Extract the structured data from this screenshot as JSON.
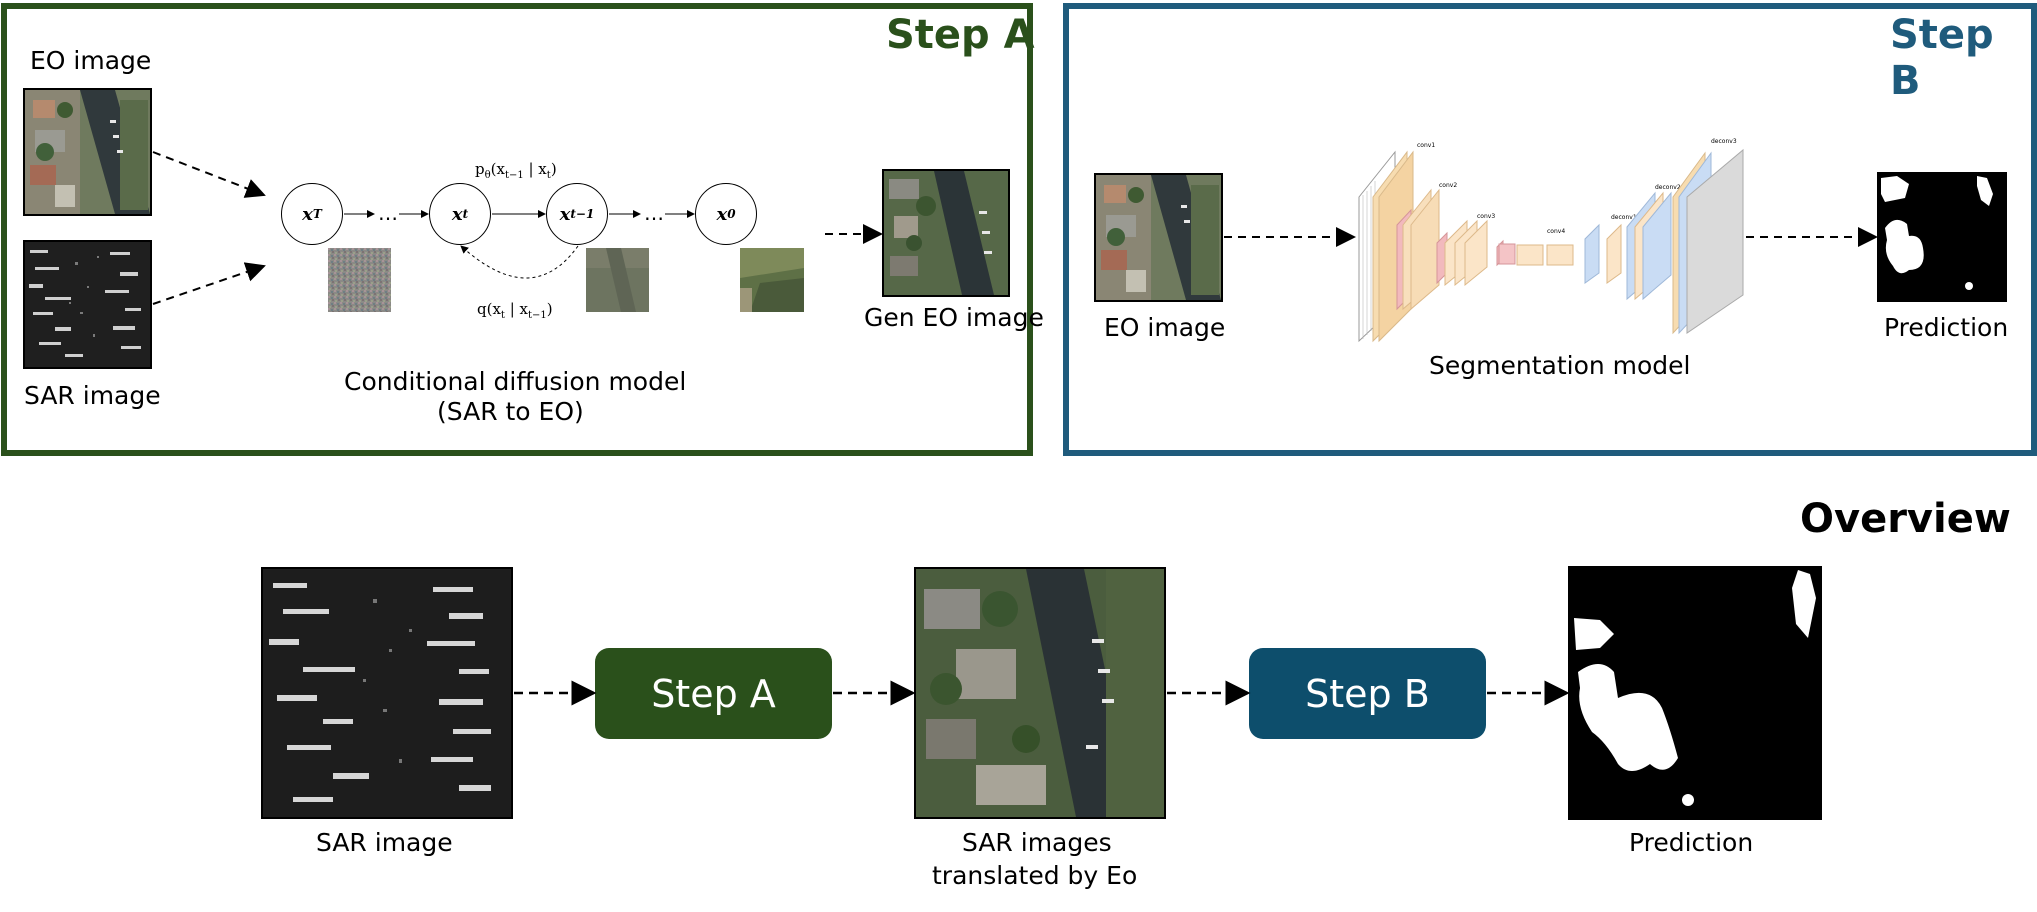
{
  "step_a": {
    "title": "Step A",
    "eo_label": "EO image",
    "sar_label": "SAR image",
    "nodes": {
      "xT": {
        "base": "x",
        "sub": "T"
      },
      "xt": {
        "base": "x",
        "sub": "t"
      },
      "xt1": {
        "base": "x",
        "sub": "t−1"
      },
      "x0": {
        "base": "x",
        "sub": "0"
      }
    },
    "ellipsis": "…",
    "p_formula": "p<sub>θ</sub>(x<sub>t−1</sub> | x<sub>t</sub>)",
    "q_formula": "q(x<sub>t</sub> | x<sub>t−1</sub>)",
    "caption_line1": "Conditional diffusion model",
    "caption_line2": "(SAR to EO)",
    "gen_label": "Gen EO image"
  },
  "step_b": {
    "title": "Step B",
    "eo_label": "EO image",
    "model_label": "Segmentation model",
    "prediction_label": "Prediction",
    "layer_labels": [
      "conv1",
      "conv2",
      "conv3",
      "conv4",
      "deconv1",
      "deconv2",
      "deconv3"
    ]
  },
  "overview": {
    "title": "Overview",
    "sar_label": "SAR image",
    "step_a_button": "Step A",
    "translated_line1": "SAR images",
    "translated_line2": "translated by Eo",
    "step_b_button": "Step B",
    "prediction_label": "Prediction"
  },
  "colors": {
    "step_a": "#2a501b",
    "step_b": "#0d4e6c",
    "step_b_border": "#1f5b7c"
  }
}
